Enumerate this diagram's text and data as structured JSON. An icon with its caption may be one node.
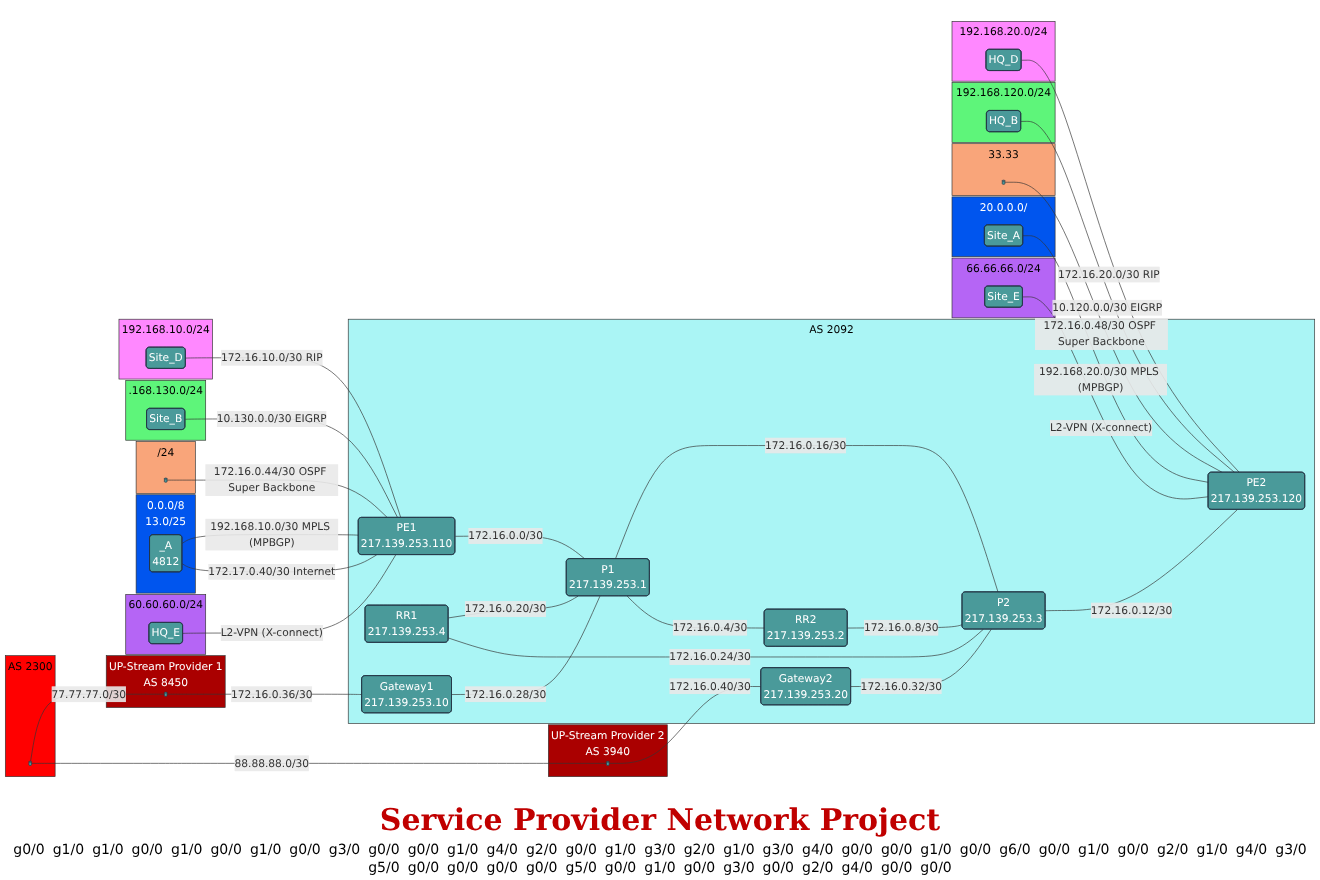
{
  "diagram": {
    "title": "Service Provider Network Project",
    "nodes": [
      {
        "text": [
          "AS 2300"
        ]
      },
      {
        "text": [],
        "shape": "cylinder",
        "in": 0
      },
      {
        "text": [
          "UP-Stream Provider 1",
          "AS 8450"
        ]
      },
      {
        "text": [],
        "shape": "cylinder",
        "in": 2
      },
      {
        "text": [
          "UP-Stream Provider 2",
          "AS 3940"
        ]
      },
      {
        "text": [],
        "shape": "cylinder",
        "in": 4
      },
      {
        "text": [
          "60.60.60.0/24"
        ]
      },
      {
        "text": [
          "HQ_E"
        ],
        "in": 6
      },
      {
        "text": [
          "AS 2092"
        ]
      },
      {
        "text": [
          "Gateway1",
          "217.139.253.10"
        ],
        "in": 8
      },
      {
        "text": [
          "RR1",
          "217.139.253.4"
        ],
        "in": 8
      },
      {
        "text": [
          "Gateway2",
          "217.139.253.20"
        ],
        "in": 8
      },
      {
        "text": [
          "PE1",
          "217.139.253.110"
        ],
        "in": 8
      },
      {
        "text": [
          "P1",
          "217.139.253.1"
        ],
        "in": 8
      },
      {
        "text": [
          "P2",
          "217.139.253.3"
        ],
        "in": 8
      },
      {
        "text": [
          "PE2",
          "217.139.253.120"
        ],
        "in": 8
      },
      {
        "text": [
          "RR2",
          "217.139.253.2"
        ],
        "in": 8
      },
      {
        "text": [
          "66.66.66.0/24"
        ]
      },
      {
        "text": [
          "Site_E"
        ],
        "in": 17
      },
      {
        "text": [
          "0.0.0/8",
          "13.0/25"
        ]
      },
      {
        "text": [
          "_A",
          "4812"
        ],
        "in": 19
      },
      {
        "text": [
          "20.0.0.0/"
        ]
      },
      {
        "text": [
          "Site_A"
        ],
        "in": 21
      },
      {
        "text": [
          "/24"
        ]
      },
      {
        "text": [],
        "shape": "cylinder",
        "in": 23
      },
      {
        "text": [
          "33.33"
        ]
      },
      {
        "text": [],
        "shape": "cylinder",
        "in": 25
      },
      {
        "text": [
          ".168.130.0/24"
        ]
      },
      {
        "text": [
          "Site_B"
        ],
        "in": 27
      },
      {
        "text": [
          "192.168.120.0/24"
        ]
      },
      {
        "text": [
          "HQ_B"
        ],
        "in": 29
      },
      {
        "text": [
          "192.168.10.0/24"
        ]
      },
      {
        "text": [
          "Site_D"
        ],
        "in": 31
      },
      {
        "text": [
          "192.168.20.0/24"
        ]
      },
      {
        "text": [
          "HQ_D"
        ],
        "in": 33
      }
    ],
    "edges": [
      {
        "from": 1,
        "to": 3,
        "arrow": "none",
        "label": "77.77.77.0/30"
      },
      {
        "from": 1,
        "to": 5,
        "arrow": "none",
        "label": "88.88.88.0/30"
      },
      {
        "from": 3,
        "to": 9,
        "arrow": "none",
        "label": "172.16.0.36/30"
      },
      {
        "from": 5,
        "to": 11,
        "arrow": "none",
        "label": "172.16.0.40/30"
      },
      {
        "from": 9,
        "to": 13,
        "arrow": "none",
        "label": "172.16.0.28/30"
      },
      {
        "from": 10,
        "to": 13,
        "arrow": "none",
        "label": "172.16.0.20/30"
      },
      {
        "from": 10,
        "to": 14,
        "arrow": "none",
        "label": "172.16.0.24/30"
      },
      {
        "from": 11,
        "to": 14,
        "arrow": "none",
        "label": "172.16.0.32/30"
      },
      {
        "from": 12,
        "to": 13,
        "arrow": "none",
        "label": "172.16.0.0/30"
      },
      {
        "from": 13,
        "to": 14,
        "arrow": "none",
        "label": "172.16.0.16/30"
      },
      {
        "from": 14,
        "to": 15,
        "arrow": "none",
        "label": "172.16.0.12/30"
      },
      {
        "from": 13,
        "to": 16,
        "arrow": "none",
        "label": "172.16.0.4/30"
      },
      {
        "from": 16,
        "to": 14,
        "arrow": "none",
        "label": "172.16.0.8/30"
      },
      {
        "from": 7,
        "to": 12,
        "arrow": "none",
        "label": "L2-VPN (X-connect)"
      },
      {
        "from": 20,
        "to": 12,
        "arrow": "none",
        "label": "192.168.10.0/30 MPLS (MPBGP)"
      },
      {
        "from": 20,
        "to": 12,
        "arrow": "none",
        "label": "172.17.0.40/30 Internet"
      },
      {
        "from": 24,
        "to": 12,
        "arrow": "none",
        "label": "172.16.0.44/30 OSPF Super Backbone"
      },
      {
        "from": 28,
        "to": 12,
        "arrow": "none",
        "label": "10.130.0.0/30 EIGRP"
      },
      {
        "from": 32,
        "to": 12,
        "arrow": "none",
        "label": "172.16.10.0/30 RIP"
      },
      {
        "from": 18,
        "to": 15,
        "arrow": "none",
        "label": "L2-VPN (X-connect)"
      },
      {
        "from": 22,
        "to": 15,
        "arrow": "none",
        "label": "192.168.20.0/30 MPLS (MPBGP)"
      },
      {
        "from": 26,
        "to": 15,
        "arrow": "none",
        "label": "172.16.0.48/30 OSPF Super Backbone"
      },
      {
        "from": 30,
        "to": 15,
        "arrow": "none",
        "label": "10.120.0.0/30 EIGRP"
      },
      {
        "from": 34,
        "to": 15,
        "arrow": "none",
        "label": "172.16.20.0/30 RIP"
      }
    ],
    "labels": [
      "g0/0",
      "g1/0",
      "g1/0",
      "g0/0",
      "g1/0",
      "g0/0",
      "g1/0",
      "g0/0",
      "g3/0",
      "g0/0",
      "g0/0",
      "g1/0",
      "g4/0",
      "g2/0",
      "g0/0",
      "g1/0",
      "g3/0",
      "g2/0",
      "g1/0",
      "g3/0",
      "g4/0",
      "g0/0",
      "g0/0",
      "g1/0",
      "g0/0",
      "g6/0",
      "g0/0",
      "g1/0",
      "g0/0",
      "g2/0",
      "g1/0",
      "g4/0",
      "g3/0",
      "g5/0",
      "g0/0",
      "g0/0",
      "g0/0",
      "g0/0",
      "g5/0",
      "g0/0",
      "g1/0",
      "g0/0",
      "g3/0",
      "g0/0",
      "g2/0",
      "g4/0",
      "g0/0",
      "g0/0"
    ]
  }
}
